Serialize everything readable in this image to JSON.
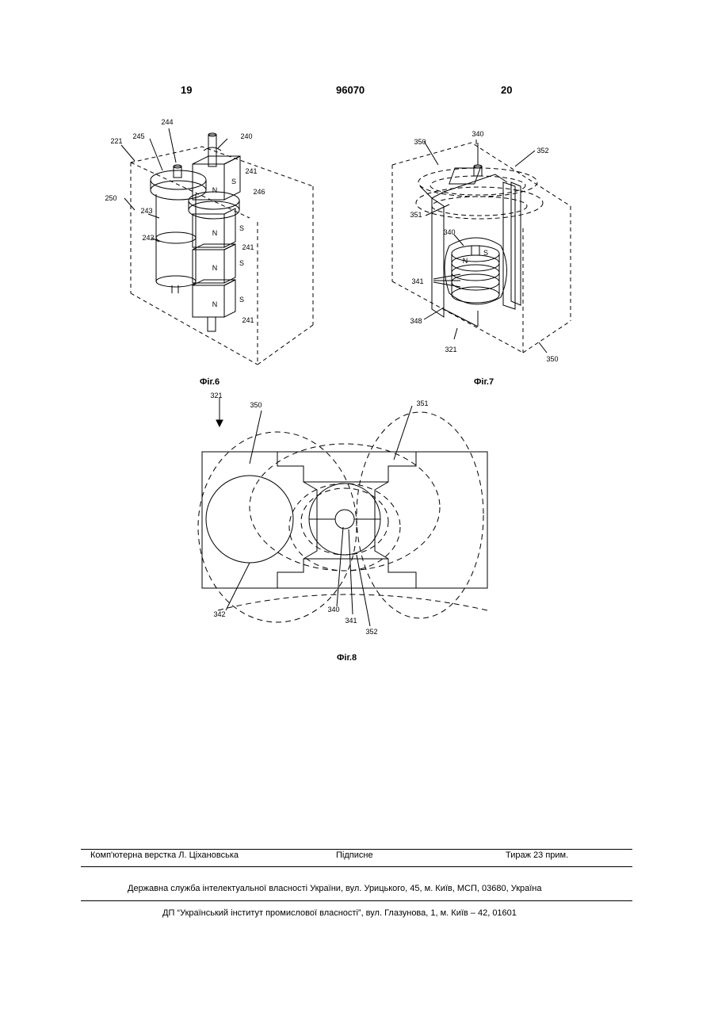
{
  "header": {
    "page_left": "19",
    "doc_number": "96070",
    "page_right": "20"
  },
  "fig6": {
    "caption": "Фіг.6",
    "labels": [
      "221",
      "245",
      "244",
      "240",
      "250",
      "243",
      "242",
      "241",
      "246",
      "241",
      "241"
    ],
    "poles": [
      "N",
      "S",
      "N",
      "S",
      "N",
      "S",
      "N",
      "S"
    ]
  },
  "fig7": {
    "caption": "Фіг.7",
    "labels": [
      "340",
      "350",
      "352",
      "351",
      "340",
      "341",
      "348",
      "321",
      "350"
    ],
    "poles": [
      "S",
      "N"
    ]
  },
  "fig8": {
    "caption": "Фіг.8",
    "labels": [
      "321",
      "350",
      "351",
      "342",
      "340",
      "341",
      "352"
    ]
  },
  "footer": {
    "layout": "Комп'ютерна верстка Л. Ціхановська",
    "signed": "Підписне",
    "circulation": "Тираж 23 прим.",
    "agency": "Державна служба інтелектуальної власності України, вул. Урицького, 45, м. Київ, МСП, 03680, Україна",
    "institute": "ДП “Український інститут промислової власності”, вул. Глазунова, 1, м. Київ – 42, 01601"
  }
}
